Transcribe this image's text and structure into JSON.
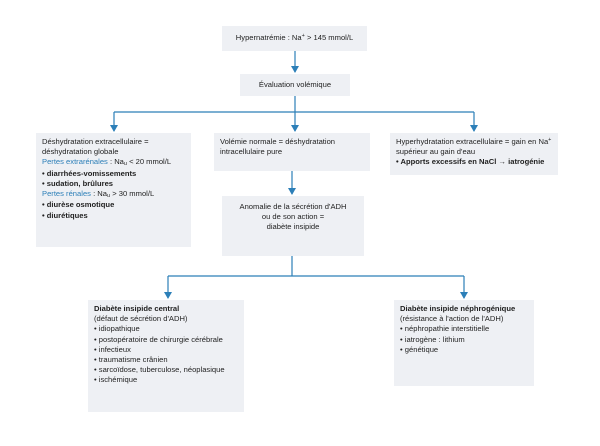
{
  "hypernatremia": {
    "pre": "Hypernatrémie : Na",
    "sup": "+",
    "post": " > 145 mmol/L"
  },
  "evaluation": "Évaluation volémique",
  "dehydration": {
    "title_line1": "Déshydratation extracellulaire =",
    "title_line2": "déshydratation globale",
    "extrarenal_label": "Pertes extrarénales",
    "extrarenal_pre": " : Na",
    "extrarenal_sub": "u",
    "extrarenal_post": " < 20 mmol/L",
    "extrarenal_items": [
      "diarrhées-vomissements",
      "sudation, brûlures"
    ],
    "renal_label": "Pertes rénales",
    "renal_pre": " : Na",
    "renal_sub": "u",
    "renal_post": " > 30 mmol/L",
    "renal_items": [
      "diurèse osmotique",
      "diurétiques"
    ]
  },
  "normal_volemia": {
    "line1": "Volémie normale = déshydratation",
    "line2": "intracellulaire pure"
  },
  "overhydration": {
    "line1_pre": "Hyperhydratation extracellulaire = gain en Na",
    "line1_sup": "+",
    "line2": "supérieur au gain d'eau",
    "item": "Apports excessifs en NaCl → iatrogénie"
  },
  "adh_anomaly": {
    "line1": "Anomalie de la sécrétion d'ADH",
    "line2": "ou de son action =",
    "line3": "diabète insipide"
  },
  "central_di": {
    "title": "Diabète insipide central",
    "subtitle": "(défaut de sécrétion d'ADH)",
    "items": [
      "idiopathique",
      "postopératoire de chirurgie cérébrale",
      "infectieux",
      "traumatisme crânien",
      "sarcoïdose, tuberculose, néoplasique",
      "ischémique"
    ]
  },
  "nephrogenic_di": {
    "title": "Diabète insipide néphrogénique",
    "subtitle": "(résistance à l'action de l'ADH)",
    "items": [
      "néphropathie interstitielle",
      "iatrogène : lithium",
      "génétique"
    ]
  },
  "colors": {
    "connector": "#2c7fb8",
    "box_fill": "#eef0f4",
    "accent_text": "#2c7fb8"
  }
}
